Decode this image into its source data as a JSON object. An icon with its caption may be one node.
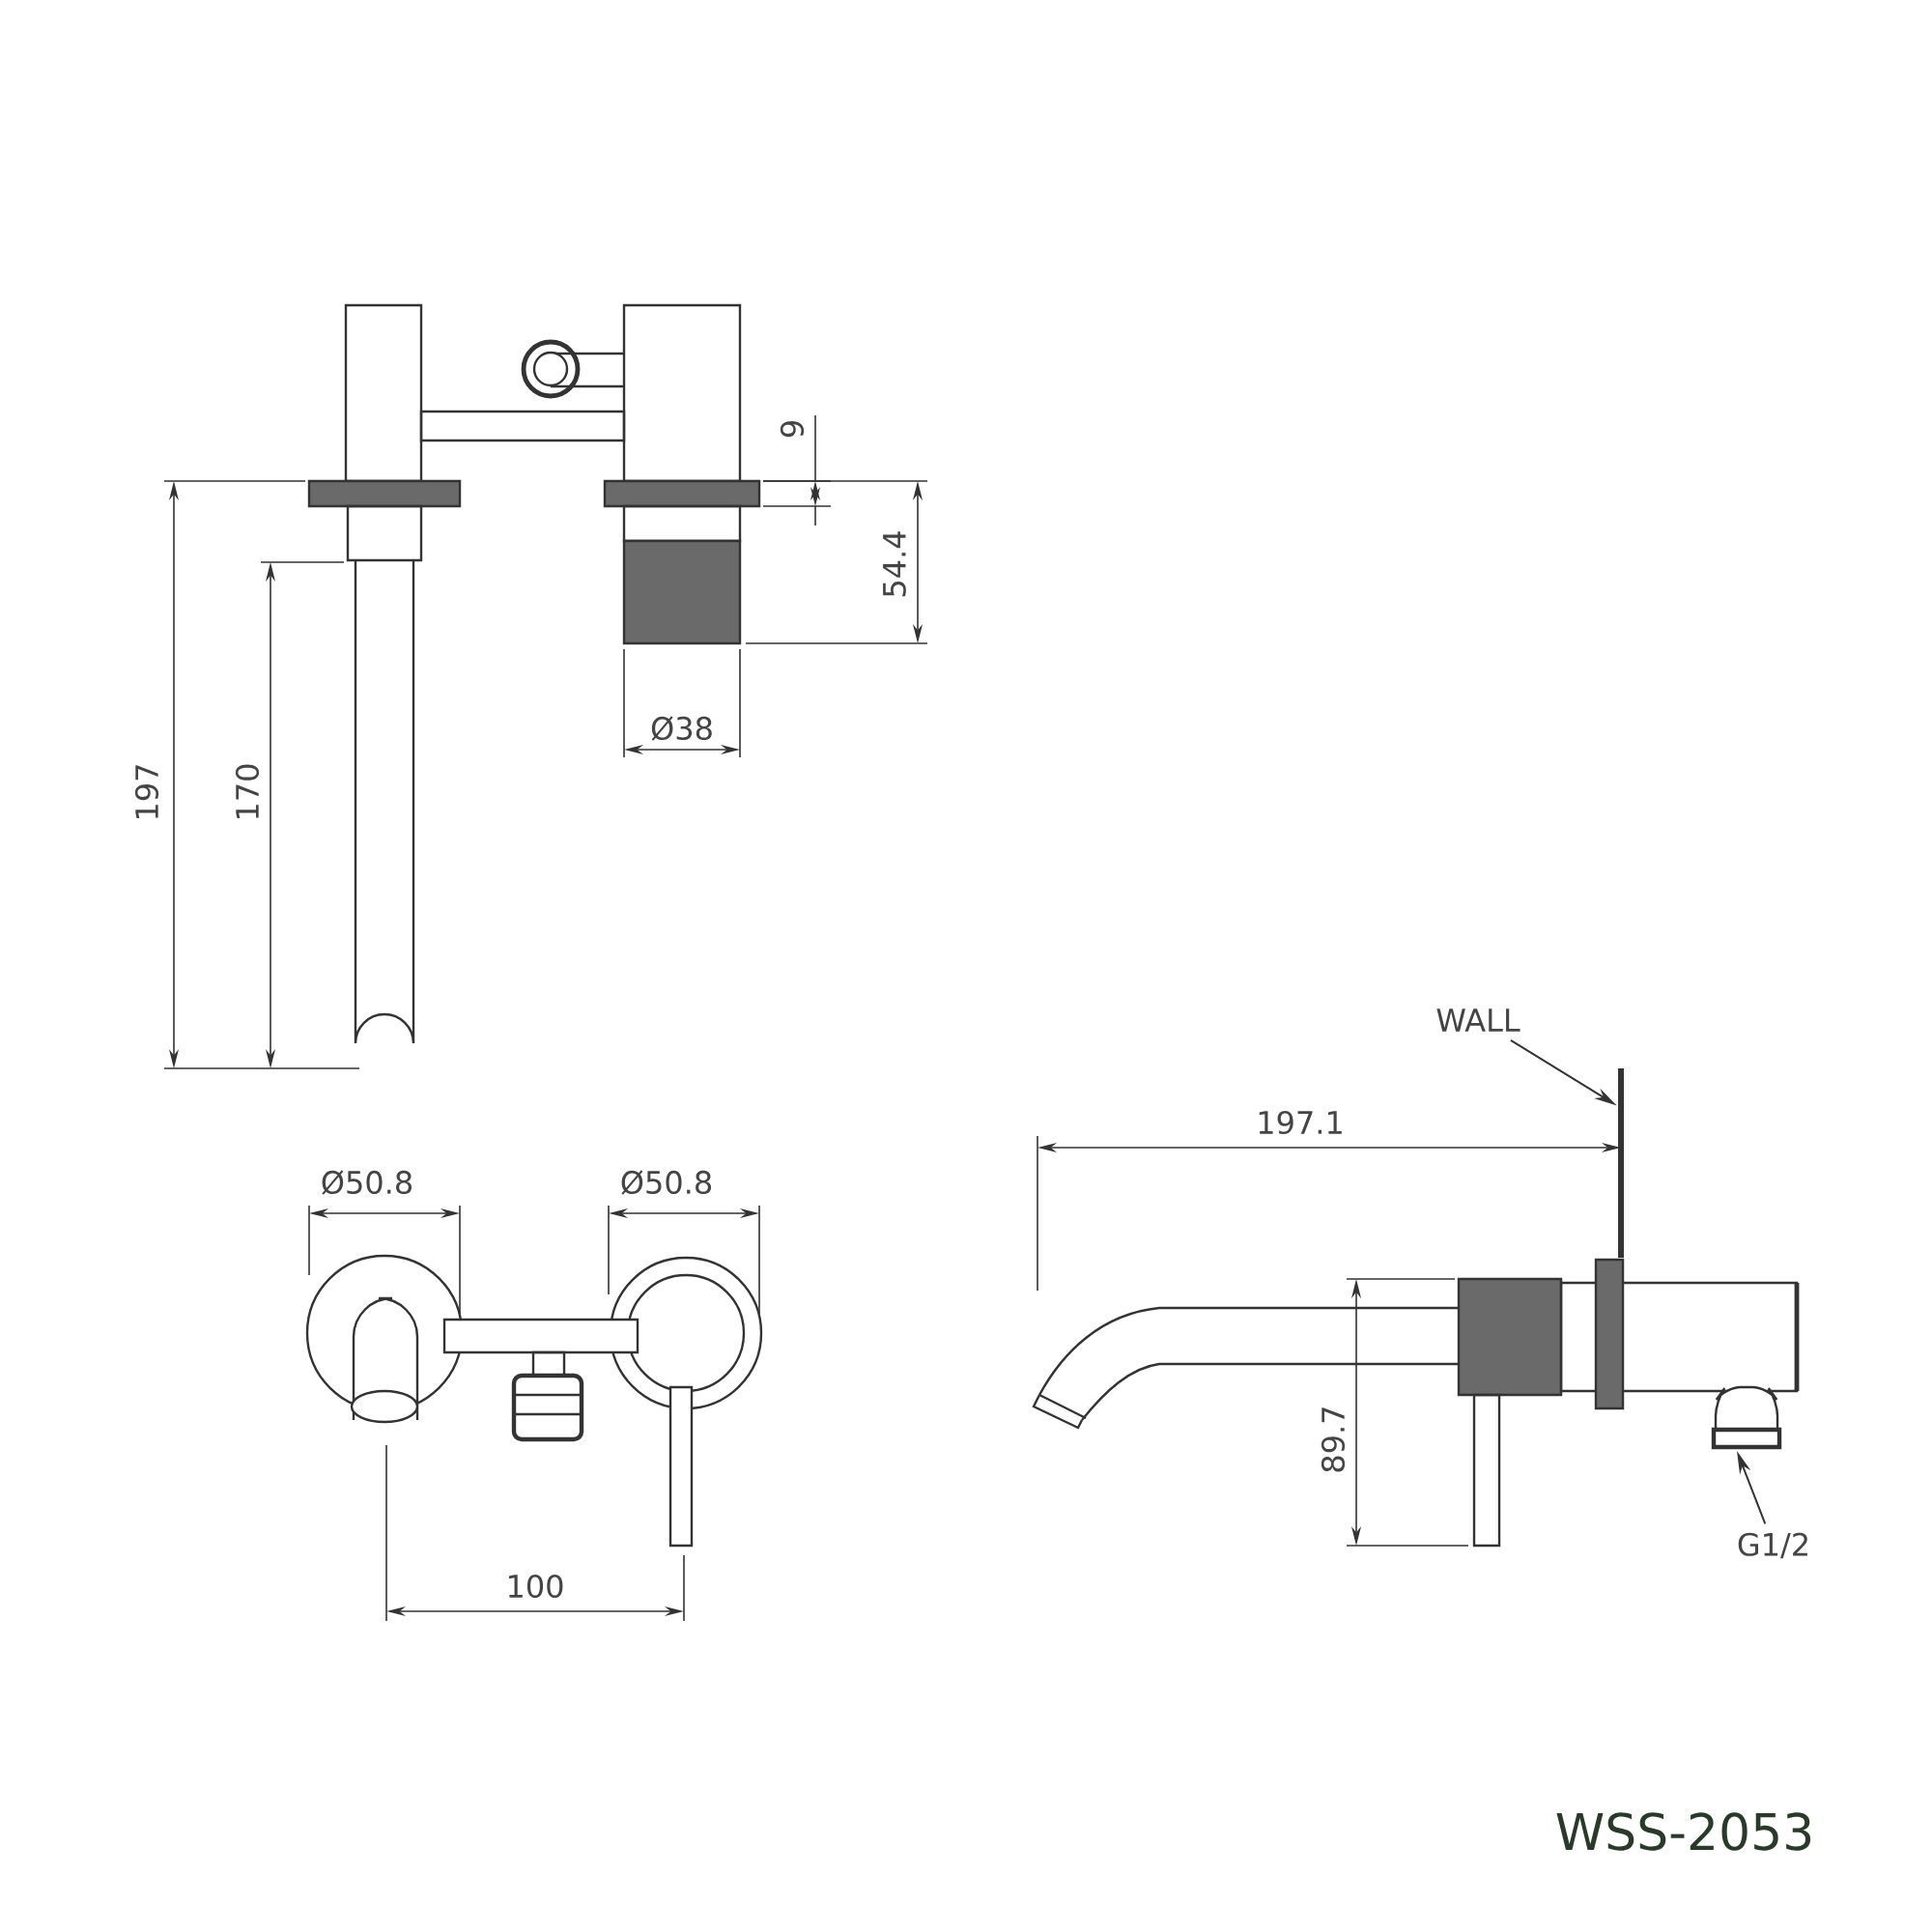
{
  "diagram": {
    "nodes": [
      {
        "text": [
          "WALL"
        ]
      },
      {
        "text": [],
        "shape": "bar"
      },
      {
        "text": [
          "G1/2"
        ]
      }
    ],
    "edges": [
      {
        "from": 0,
        "to": 1,
        "arrow": "to"
      },
      {
        "from": 2,
        "to": null,
        "arrow": "to"
      }
    ],
    "labels": [
      "9",
      "54.4",
      "Ø38",
      "197",
      "170",
      "197.1",
      "Ø50.8",
      "Ø50.8",
      "89.7",
      "100",
      "WSS-2053"
    ]
  }
}
